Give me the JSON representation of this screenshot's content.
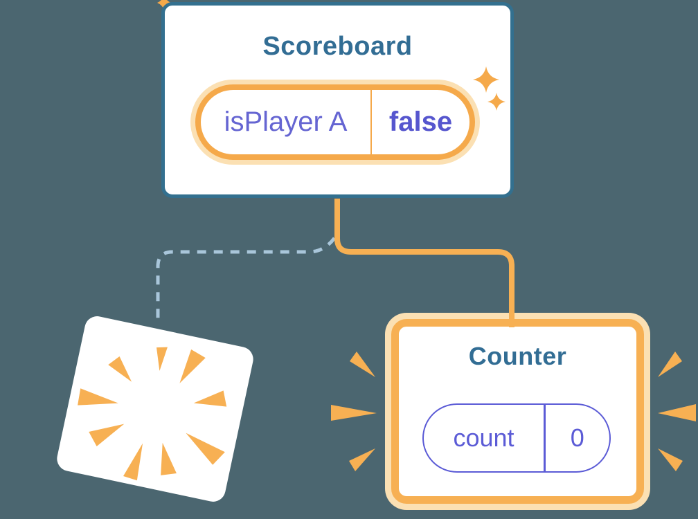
{
  "diagram": {
    "kind": "react-component-state-tree",
    "background": "#4B6670"
  },
  "palette": {
    "bg": "#4B6670",
    "card-white": "#FFFFFF",
    "blue-border": "#33708F",
    "blue-title": "#326D94",
    "orange": "#F7B053",
    "orange-deep": "#F5A94A",
    "orange-light": "#FBE0B3",
    "purple": "#6565D2",
    "purple-bold": "#5656CE",
    "purple-border": "#5B5BD6",
    "dash-blue": "#A9C6DA"
  },
  "scoreboard": {
    "title": "Scoreboard",
    "state": {
      "name": "isPlayer A",
      "value": "false"
    }
  },
  "counter": {
    "title": "Counter",
    "state": {
      "name": "count",
      "value": "0"
    }
  },
  "connections": {
    "kept": "solid-orange-line",
    "removed": "dashed-blue-line"
  },
  "icons": {
    "sparkle": "4-point-star",
    "poof": "radial-burst-wedges",
    "emphasis": "triple-burst-wedges"
  }
}
